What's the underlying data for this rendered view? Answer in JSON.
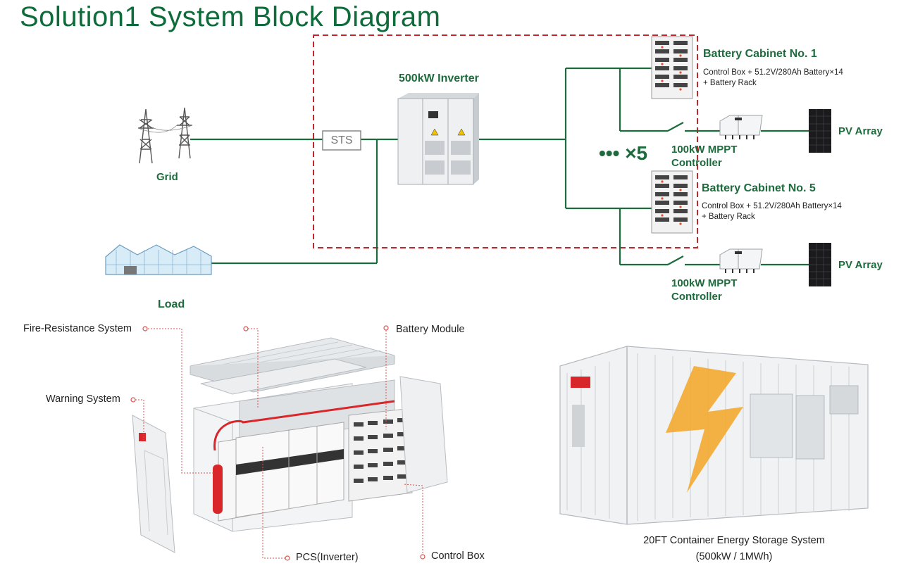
{
  "title": "Solution1 System Block Diagram",
  "diagram": {
    "grid_label": "Grid",
    "load_label": "Load",
    "sts_label": "STS",
    "inverter_label": "500kW Inverter",
    "multiplier_label": "••• ×5",
    "cabinet1": {
      "title": "Battery Cabinet No. 1",
      "desc_line1": "Control Box + 51.2V/280Ah Battery×14",
      "desc_line2": "+ Battery Rack"
    },
    "cabinet5": {
      "title": "Battery Cabinet No. 5",
      "desc_line1": "Control Box + 51.2V/280Ah Battery×14",
      "desc_line2": "+ Battery Rack"
    },
    "mppt_top": {
      "line1": "100kW MPPT",
      "line2": "Controller"
    },
    "mppt_bottom": {
      "line1": "100kW MPPT",
      "line2": "Controller"
    },
    "pv_top": "PV Array",
    "pv_bottom": "PV Array"
  },
  "callouts": {
    "fire": "Fire-Resistance System",
    "warning": "Warning System",
    "battery_module": "Battery Module",
    "pcs": "PCS(Inverter)",
    "control_box": "Control Box"
  },
  "container_caption": {
    "line1": "20FT Container Energy Storage System",
    "line2": "(500kW / 1MWh)"
  },
  "colors": {
    "wire": "#1d6b3c",
    "dashed_box": "#c0262b",
    "title": "#0e6b3a",
    "callout_line": "#d9534f"
  }
}
